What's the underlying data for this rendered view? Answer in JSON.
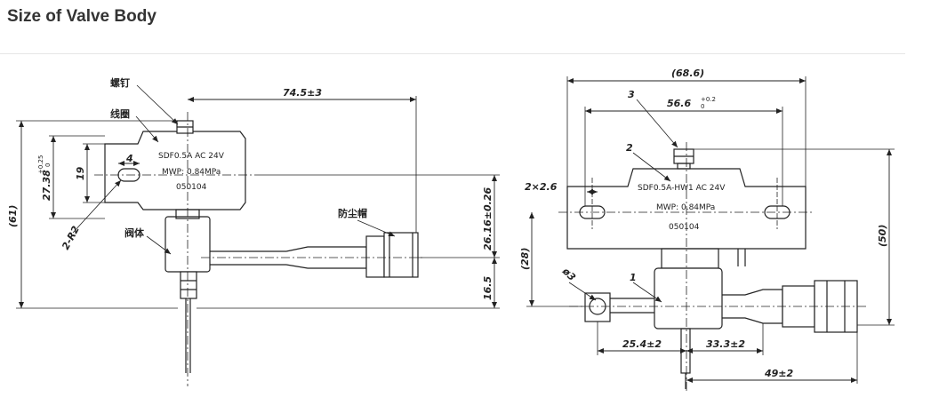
{
  "header": {
    "title": "Size of Valve Body"
  },
  "left_view": {
    "labels": {
      "screw": "螺钉",
      "coil": "线圈",
      "valve_body": "阀体",
      "dust_cap": "防尘帽"
    },
    "coil_text": {
      "model": "SDF0.5A  AC 24V",
      "pressure": "MWP: 0.84MPa",
      "code": "050104"
    },
    "dimensions": {
      "length": "74.5±3",
      "total_height": "(61)",
      "coil_height": "27.38",
      "coil_height_tol_upper": "+0.25",
      "coil_height_tol_lower": "0",
      "hole_spacing": "19",
      "slot_width": "4",
      "radius": "2-R2",
      "outlet_height": "26.16±0.26",
      "base_height": "16.5"
    }
  },
  "right_view": {
    "coil_text": {
      "model": "SDF0.5A-HW1  AC 24V",
      "pressure": "MWP: 0.84MPa",
      "code": "050104"
    },
    "callouts": {
      "c1": "1",
      "c2": "2",
      "c3": "3"
    },
    "dimensions": {
      "overall_width": "(68.6)",
      "hole_distance": "56.6",
      "hole_distance_tol_upper": "+0.2",
      "hole_distance_tol_lower": "0",
      "slot": "2×2.6",
      "total_height": "(50)",
      "body_height": "(28)",
      "pipe_dia": "ø3",
      "inlet_offset": "25.4±2",
      "outlet_offset": "33.3±2",
      "outlet_length": "49±2"
    }
  }
}
